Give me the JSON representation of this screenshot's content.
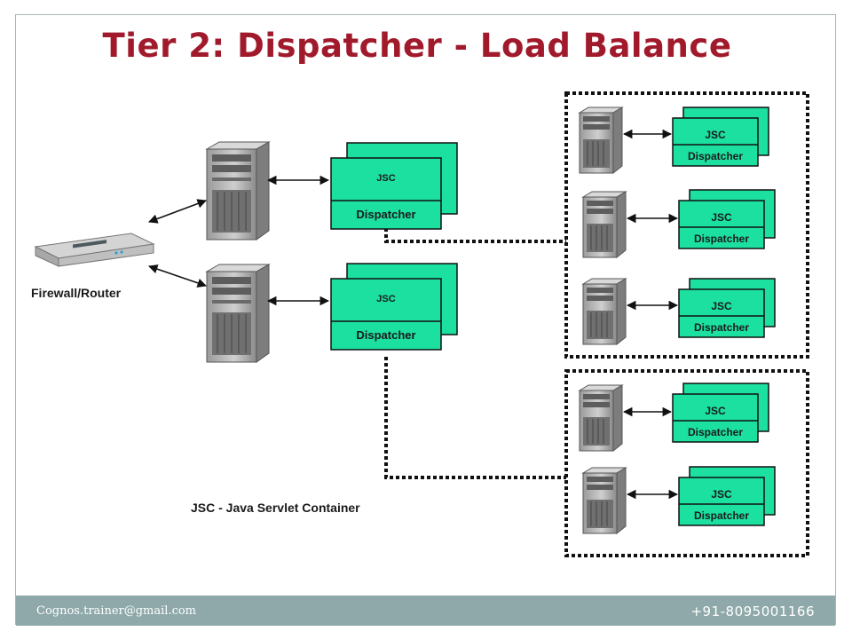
{
  "title": "Tier 2: Dispatcher - Load Balance",
  "colors": {
    "title": "#a11a2c",
    "accent": "#1be0a0",
    "footer": "#8fa9aa",
    "frame": "#aab4b6"
  },
  "diagram": {
    "router_label": "Firewall/Router",
    "jsc_label": "JSC",
    "dispatcher_label": "Dispatcher",
    "legend": "JSC - Java Servlet Container"
  },
  "footer": {
    "email": "Cognos.trainer@gmail.com",
    "phone": "+91-8095001166"
  },
  "icons": [
    "router-icon",
    "server-tower-icon",
    "jsc-dispatcher-stack-icon"
  ]
}
